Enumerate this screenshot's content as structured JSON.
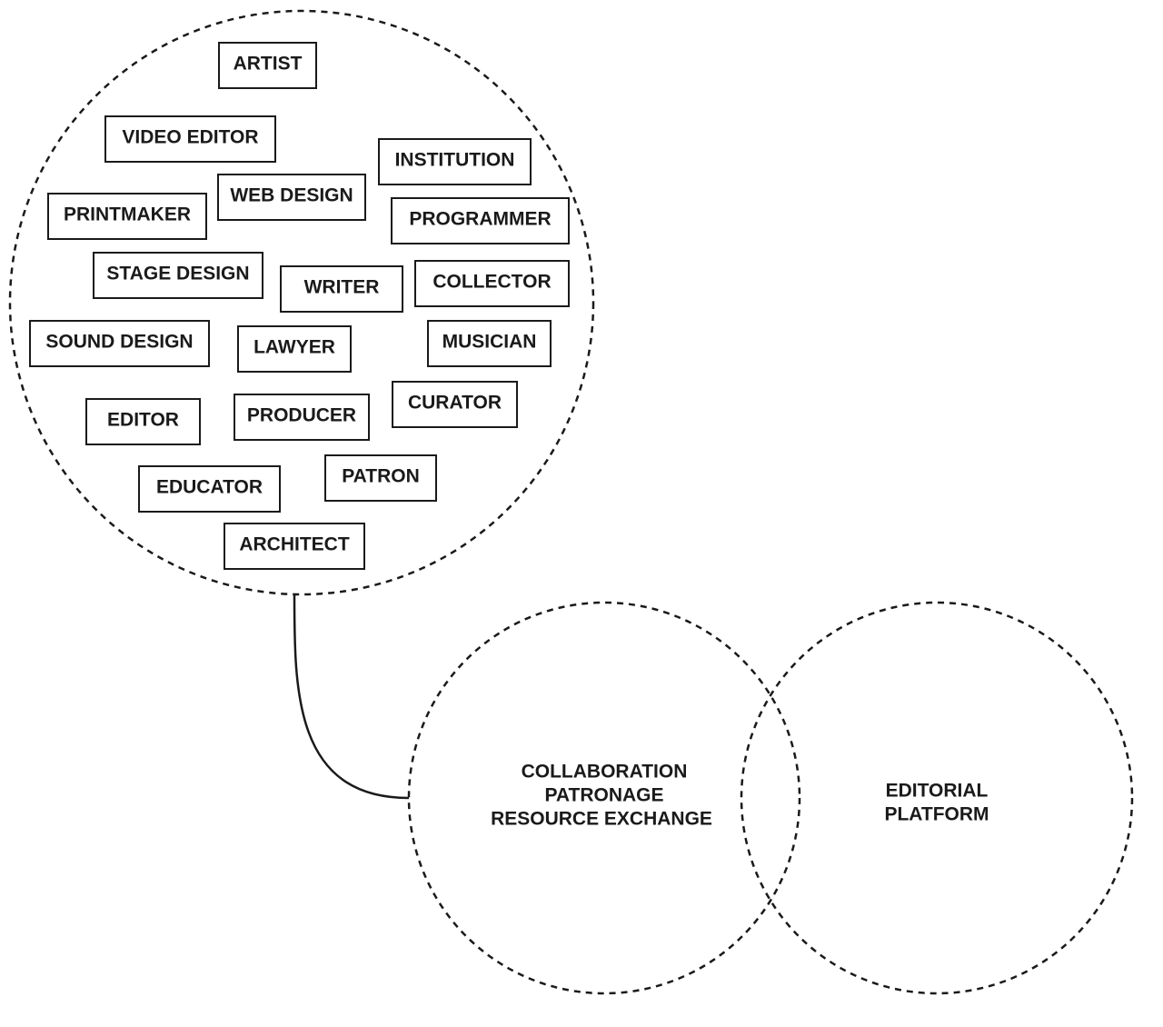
{
  "roles_cluster": {
    "roles": [
      "ARTIST",
      "VIDEO EDITOR",
      "INSTITUTION",
      "WEB DESIGN",
      "PRINTMAKER",
      "PROGRAMMER",
      "STAGE DESIGN",
      "WRITER",
      "COLLECTOR",
      "SOUND DESIGN",
      "LAWYER",
      "MUSICIAN",
      "EDITOR",
      "PRODUCER",
      "CURATOR",
      "EDUCATOR",
      "PATRON",
      "ARCHITECT"
    ]
  },
  "collaboration_circle": {
    "lines": [
      "COLLABORATION",
      "PATRONAGE",
      "RESOURCE EXCHANGE"
    ]
  },
  "editorial_circle": {
    "lines": [
      "EDITORIAL",
      "PLATFORM"
    ]
  },
  "colors": {
    "stroke": "#1a1a1a",
    "background": "#ffffff"
  }
}
